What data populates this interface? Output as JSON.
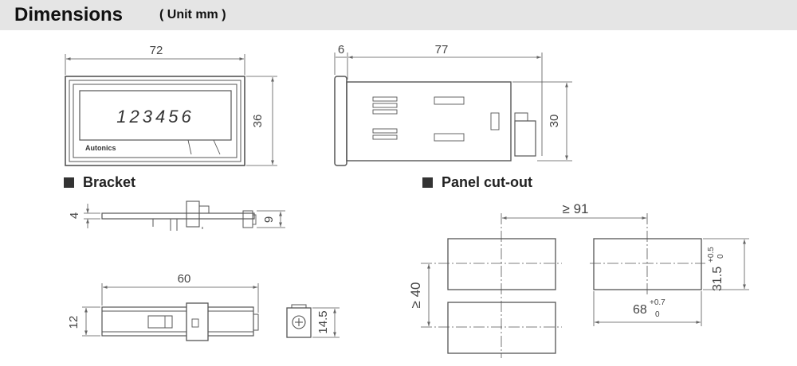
{
  "header": {
    "title": "Dimensions",
    "unit": "( Unit mm )"
  },
  "front": {
    "width": "72",
    "height": "36",
    "display": "123456",
    "logo": "Autonics"
  },
  "side": {
    "depth_front": "6",
    "depth_body": "77",
    "height": "30"
  },
  "bracket": {
    "title": "Bracket",
    "height_left": "4",
    "height_right": "9",
    "length": "60",
    "width": "12",
    "end_height": "14.5"
  },
  "panel_cutout": {
    "title": "Panel cut-out",
    "pitch_h": "≥ 91",
    "pitch_v": "≥ 40",
    "height": "31.5",
    "height_tol_plus": "+0.5",
    "height_tol_minus": "0",
    "width": "68",
    "width_tol_plus": "+0.7",
    "width_tol_minus": "0"
  }
}
